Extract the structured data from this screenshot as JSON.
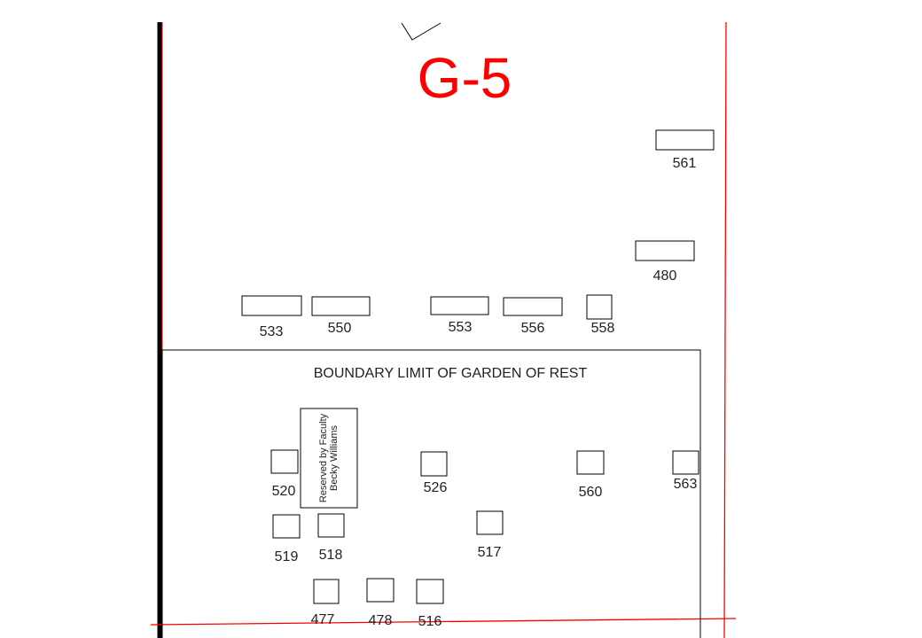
{
  "map": {
    "section_title": "G-5",
    "boundary_label": "BOUNDARY LIMIT OF GARDEN OF REST",
    "reserved_note": {
      "line1": "Reserved by Faculty",
      "line2": "Becky Williams"
    },
    "plots": [
      {
        "id": "561"
      },
      {
        "id": "480"
      },
      {
        "id": "533"
      },
      {
        "id": "550"
      },
      {
        "id": "553"
      },
      {
        "id": "556"
      },
      {
        "id": "558"
      },
      {
        "id": "520"
      },
      {
        "id": "526"
      },
      {
        "id": "560"
      },
      {
        "id": "563"
      },
      {
        "id": "519"
      },
      {
        "id": "518"
      },
      {
        "id": "517"
      },
      {
        "id": "477"
      },
      {
        "id": "478"
      },
      {
        "id": "516"
      }
    ],
    "colors": {
      "title": "#ff0000",
      "guide_lines": "#ff0000",
      "outline": "#000000"
    }
  }
}
